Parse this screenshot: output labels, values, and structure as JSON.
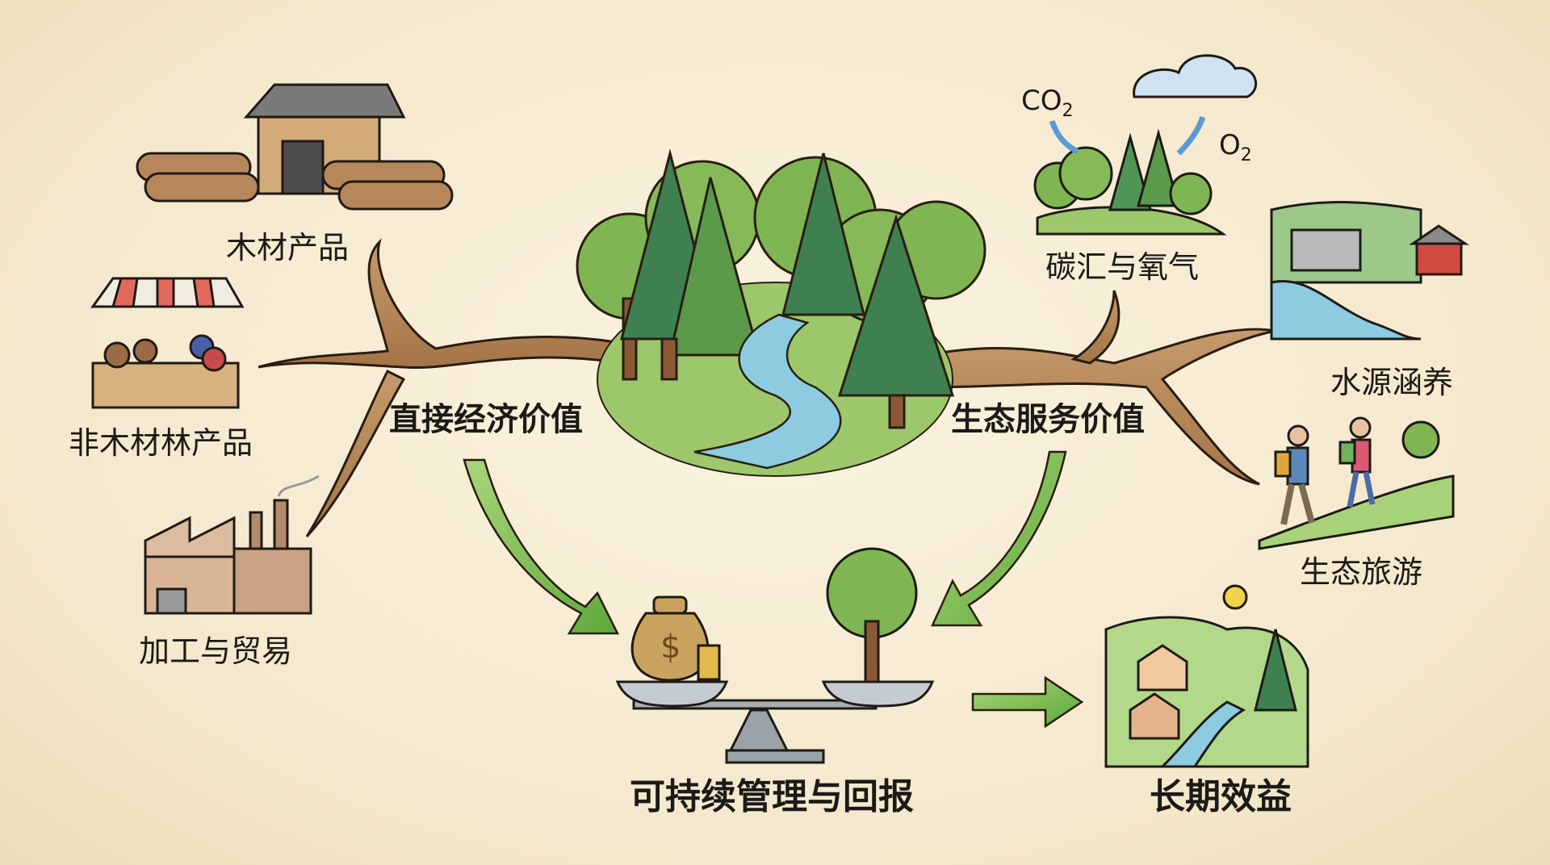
{
  "diagram": {
    "title": "森林价值与可持续管理",
    "center": "森林",
    "categories": {
      "economic": "直接经济价值",
      "ecological": "生态服务价值"
    },
    "economic_items": [
      {
        "label": "木材产品",
        "icon": "lumber-mill-icon"
      },
      {
        "label": "非木材林产品",
        "icon": "market-stall-icon"
      },
      {
        "label": "加工与贸易",
        "icon": "factory-icon"
      }
    ],
    "ecological_items": [
      {
        "label": "碳汇与氧气",
        "icon": "carbon-sink-icon",
        "inputs": {
          "co2": "CO",
          "co2_sub": "2",
          "o2": "O",
          "o2_sub": "2"
        }
      },
      {
        "label": "水源涵养",
        "icon": "dam-farm-icon"
      },
      {
        "label": "生态旅游",
        "icon": "hikers-icon"
      }
    ],
    "balance": {
      "label": "可持续管理与回报",
      "left": "money-bag-icon",
      "right": "tree-icon"
    },
    "outcome": {
      "label": "长期效益",
      "icon": "village-landscape-icon"
    },
    "colors": {
      "background": "#f5ebd3",
      "branch": "#b88a5e",
      "arrow": "#7fbf4d",
      "water": "#8ccbe0",
      "forest_dark": "#3f7f4a",
      "forest_light": "#79b34f"
    }
  }
}
